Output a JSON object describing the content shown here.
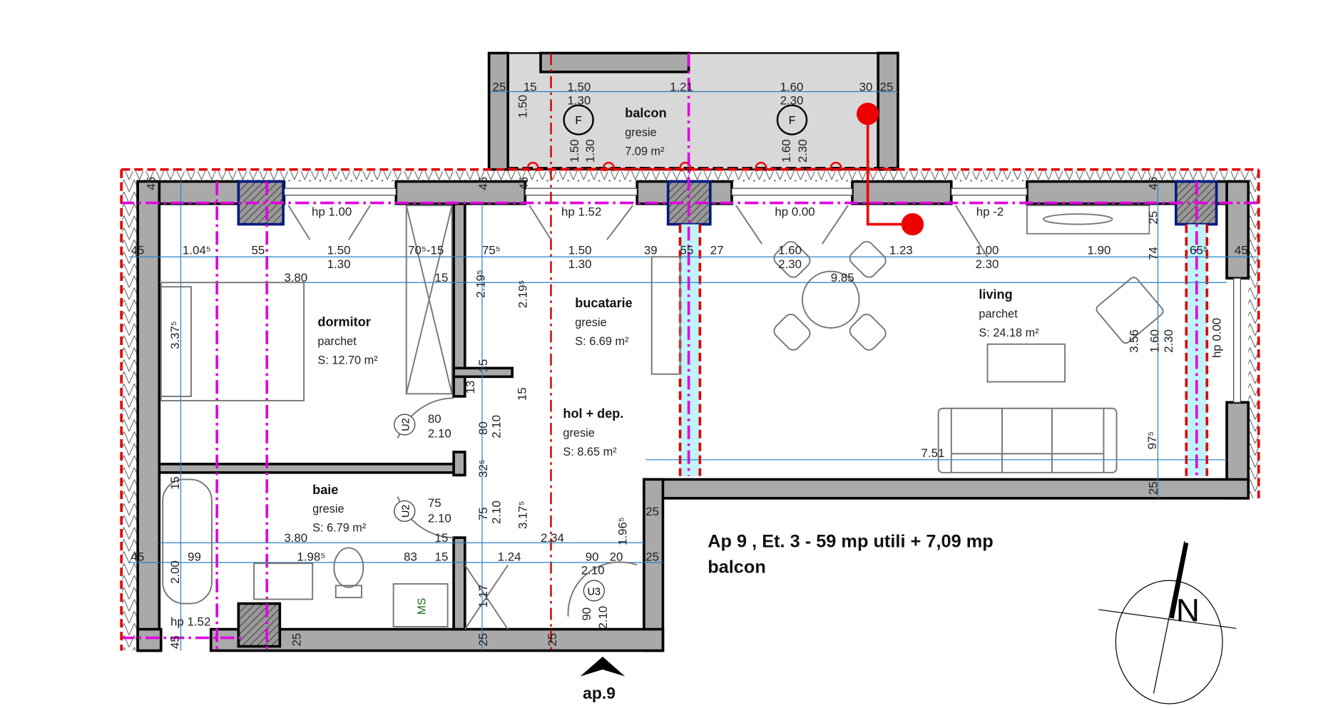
{
  "title": {
    "line1": "Ap 9 , Et. 3 - 59 mp utili + 7,09 mp",
    "line2": "balcon"
  },
  "entrance_label": "ap.9",
  "north_label": "N",
  "rooms": [
    {
      "name": "balcon",
      "floor": "gresie",
      "area": "7.09 m²"
    },
    {
      "name": "dormitor",
      "floor": "parchet",
      "area": "S: 12.70 m²"
    },
    {
      "name": "bucatarie",
      "floor": "gresie",
      "area": "S: 6.69 m²"
    },
    {
      "name": "hol + dep.",
      "floor": "gresie",
      "area": "S: 8.65 m²"
    },
    {
      "name": "baie",
      "floor": "gresie",
      "area": "S: 6.79 m²"
    },
    {
      "name": "living",
      "floor": "parchet",
      "area": "S: 24.18 m²"
    }
  ],
  "window_sills": [
    "hp 1.00",
    "hp 1.52",
    "hp 0.00",
    "hp -2",
    "hp 0.00",
    "hp 1.52"
  ],
  "door_tags": [
    "U2",
    "U2",
    "U3"
  ],
  "drain_tags": [
    "F",
    "F"
  ],
  "appliance_tags": [
    "MS"
  ],
  "dimensions": [
    "25",
    "15",
    "1.50",
    "1.30",
    "1.21",
    "1.60",
    "2.30",
    "30",
    "25",
    "1.50",
    "1.50",
    "1.30",
    "1.60",
    "2.30",
    "45",
    "1.04⁵",
    "55",
    "1.50",
    "1.30",
    "70⁵-15",
    "75⁵",
    "1.50",
    "1.30",
    "39",
    "55",
    "27",
    "1.60",
    "2.30",
    "1.23",
    "1.00",
    "2.30",
    "1.90",
    "74",
    "65⁵",
    "45",
    "3.80",
    "15",
    "2.19⁵",
    "2.19⁵",
    "9.85",
    "45",
    "45",
    "45",
    "45",
    "25",
    "3.37⁵",
    "15",
    "13",
    "15",
    "80",
    "2.10",
    "80",
    "2.10",
    "3.56",
    "1.60",
    "2.30",
    "97⁵",
    "7.51",
    "25",
    "15",
    "32⁵",
    "75",
    "2.10",
    "75",
    "2.10",
    "3.17⁵",
    "3.80",
    "15",
    "2.34",
    "1.96⁵",
    "25",
    "45",
    "2.00",
    "99",
    "1.98⁵",
    "83",
    "15",
    "1.24",
    "90",
    "20",
    "25",
    "2.10",
    "1.17",
    "90",
    "2.10",
    "45",
    "25",
    "25",
    "25"
  ],
  "colors": {
    "wall": "#a9a9a9",
    "balcony_floor": "#d8d8d8",
    "axis_magenta": "#e000e0",
    "axis_red": "#d00000",
    "utility_red": "#ee0000",
    "shaft_cyan": "#bff4fb",
    "dimension_blue": "#2a7fc4"
  }
}
